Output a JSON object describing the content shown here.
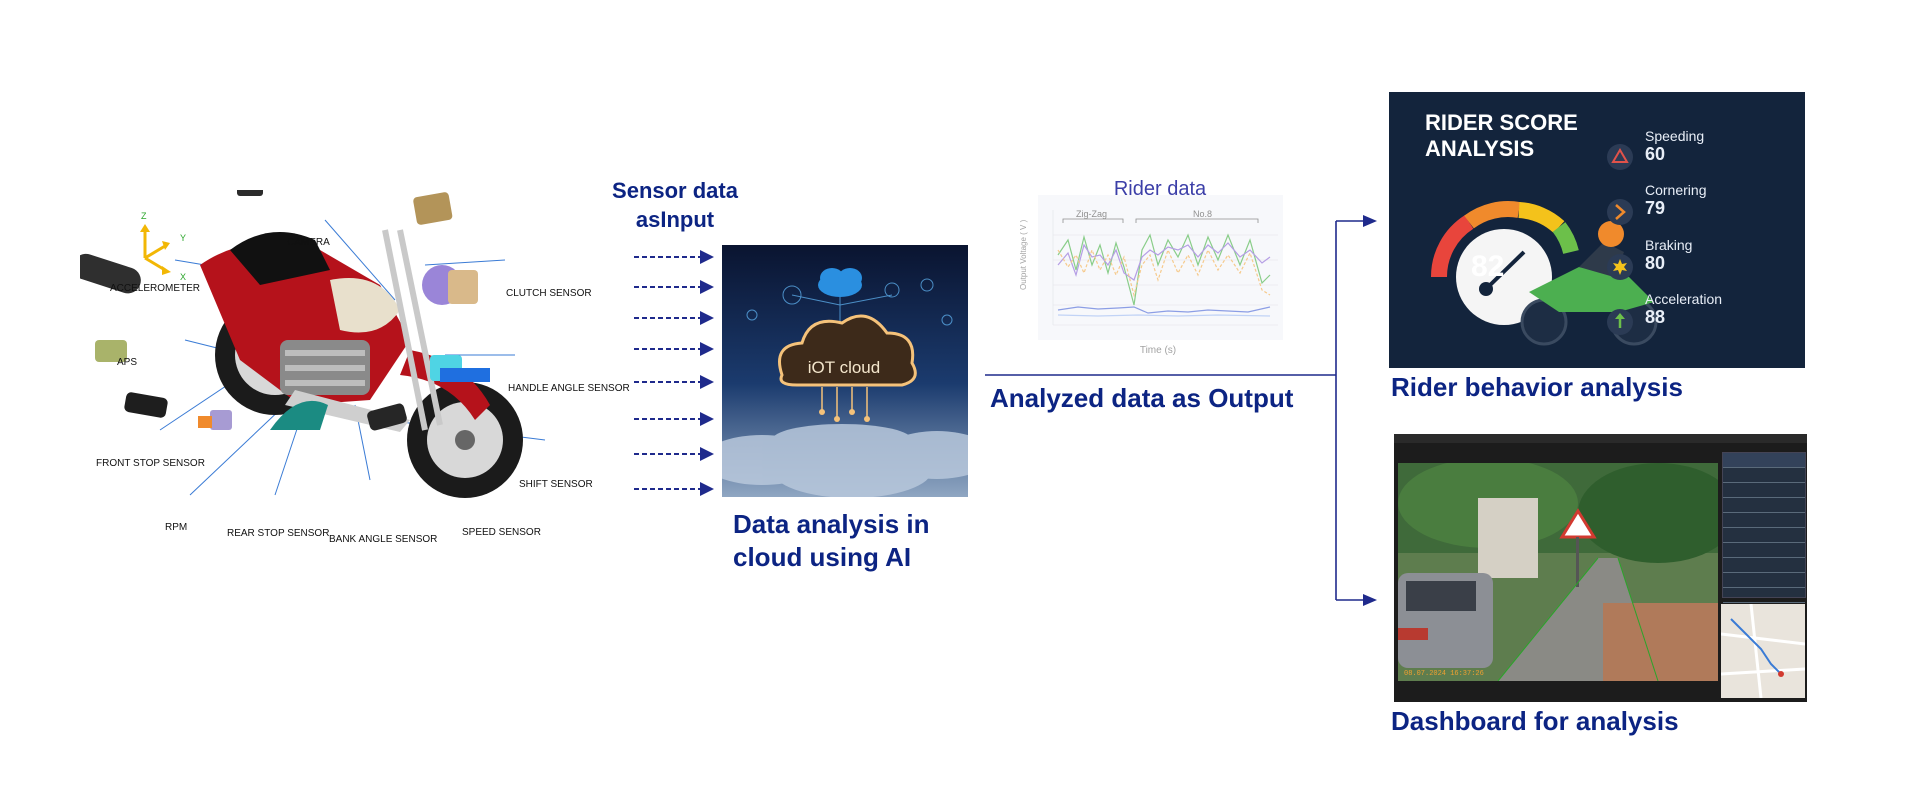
{
  "sensor_labels": {
    "accelerometer": "ACCELEROMETER",
    "camera": "CAMERA",
    "clutch": "CLUTCH SENSOR",
    "aps": "APS",
    "handle_angle": "HANDLE ANGLE SENSOR",
    "front_stop": "FRONT STOP SENSOR",
    "shift": "SHIFT SENSOR",
    "rpm": "RPM",
    "rear_stop": "REAR STOP SENSOR",
    "bank_angle": "BANK ANGLE SENSOR",
    "speed": "SPEED SENSOR",
    "axis_z": "Z",
    "axis_y": "Y",
    "axis_x": "X"
  },
  "input_title": [
    "Sensor data",
    "asInput"
  ],
  "cloud": {
    "label": "iOT cloud",
    "caption": [
      "Data analysis in",
      "cloud using AI"
    ]
  },
  "rider_data": {
    "title": "Rider data",
    "ylabel": "Output Voltage ( V )",
    "xlabel": "Time (s)",
    "annot_left": "Zig-Zag",
    "annot_right": "No.8"
  },
  "output_label": "Analyzed data as Output",
  "score_panel": {
    "title": [
      "RIDER SCORE",
      "ANALYSIS"
    ],
    "score": "82",
    "metrics": [
      {
        "name": "Speeding",
        "value": "60",
        "icon": "warning-triangle-icon",
        "color": "#e0524a"
      },
      {
        "name": "Cornering",
        "value": "79",
        "icon": "curve-arrow-icon",
        "color": "#f08a2c"
      },
      {
        "name": "Braking",
        "value": "80",
        "icon": "burst-icon",
        "color": "#f4c21b"
      },
      {
        "name": "Acceleration",
        "value": "88",
        "icon": "up-arrow-icon",
        "color": "#6cc04a"
      }
    ],
    "caption": "Rider behavior analysis"
  },
  "dashboard": {
    "caption": "Dashboard for analysis",
    "timestamp": "08.07.2024 16:37:26"
  },
  "colors": {
    "title_blue": "#0c2483",
    "arrow_blue": "#1f2a8c",
    "panel_dark": "#13243c"
  }
}
